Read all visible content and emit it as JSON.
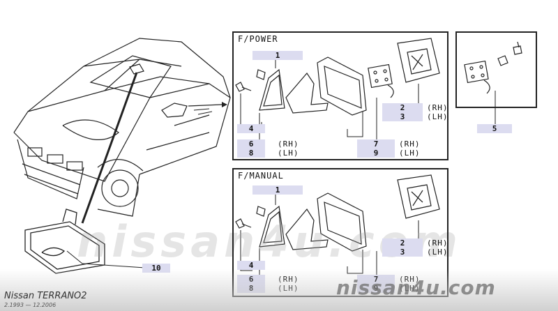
{
  "panels": {
    "power": {
      "title": "F/POWER"
    },
    "manual": {
      "title": "F/MANUAL"
    }
  },
  "callouts": {
    "p1": "1",
    "p2": "2",
    "p3": "3",
    "p4": "4",
    "p5": "5",
    "p6": "6",
    "p7": "7",
    "p8": "8",
    "p9": "9",
    "m1": "1",
    "m2": "2",
    "m3": "3",
    "m4": "4",
    "m6": "6",
    "m7": "7",
    "m8": "8",
    "m9": "9",
    "c10": "10"
  },
  "sides": {
    "rh": "(RH)",
    "lh": "(LH)"
  },
  "footer": {
    "model": "Nissan  TERRANO2",
    "dates": "2.1993  —  12.2006",
    "site": "nissan4u.com",
    "watermark": "nissan4u.com"
  },
  "colors": {
    "callout_bg": "#dcdcf0",
    "line": "#222222"
  }
}
